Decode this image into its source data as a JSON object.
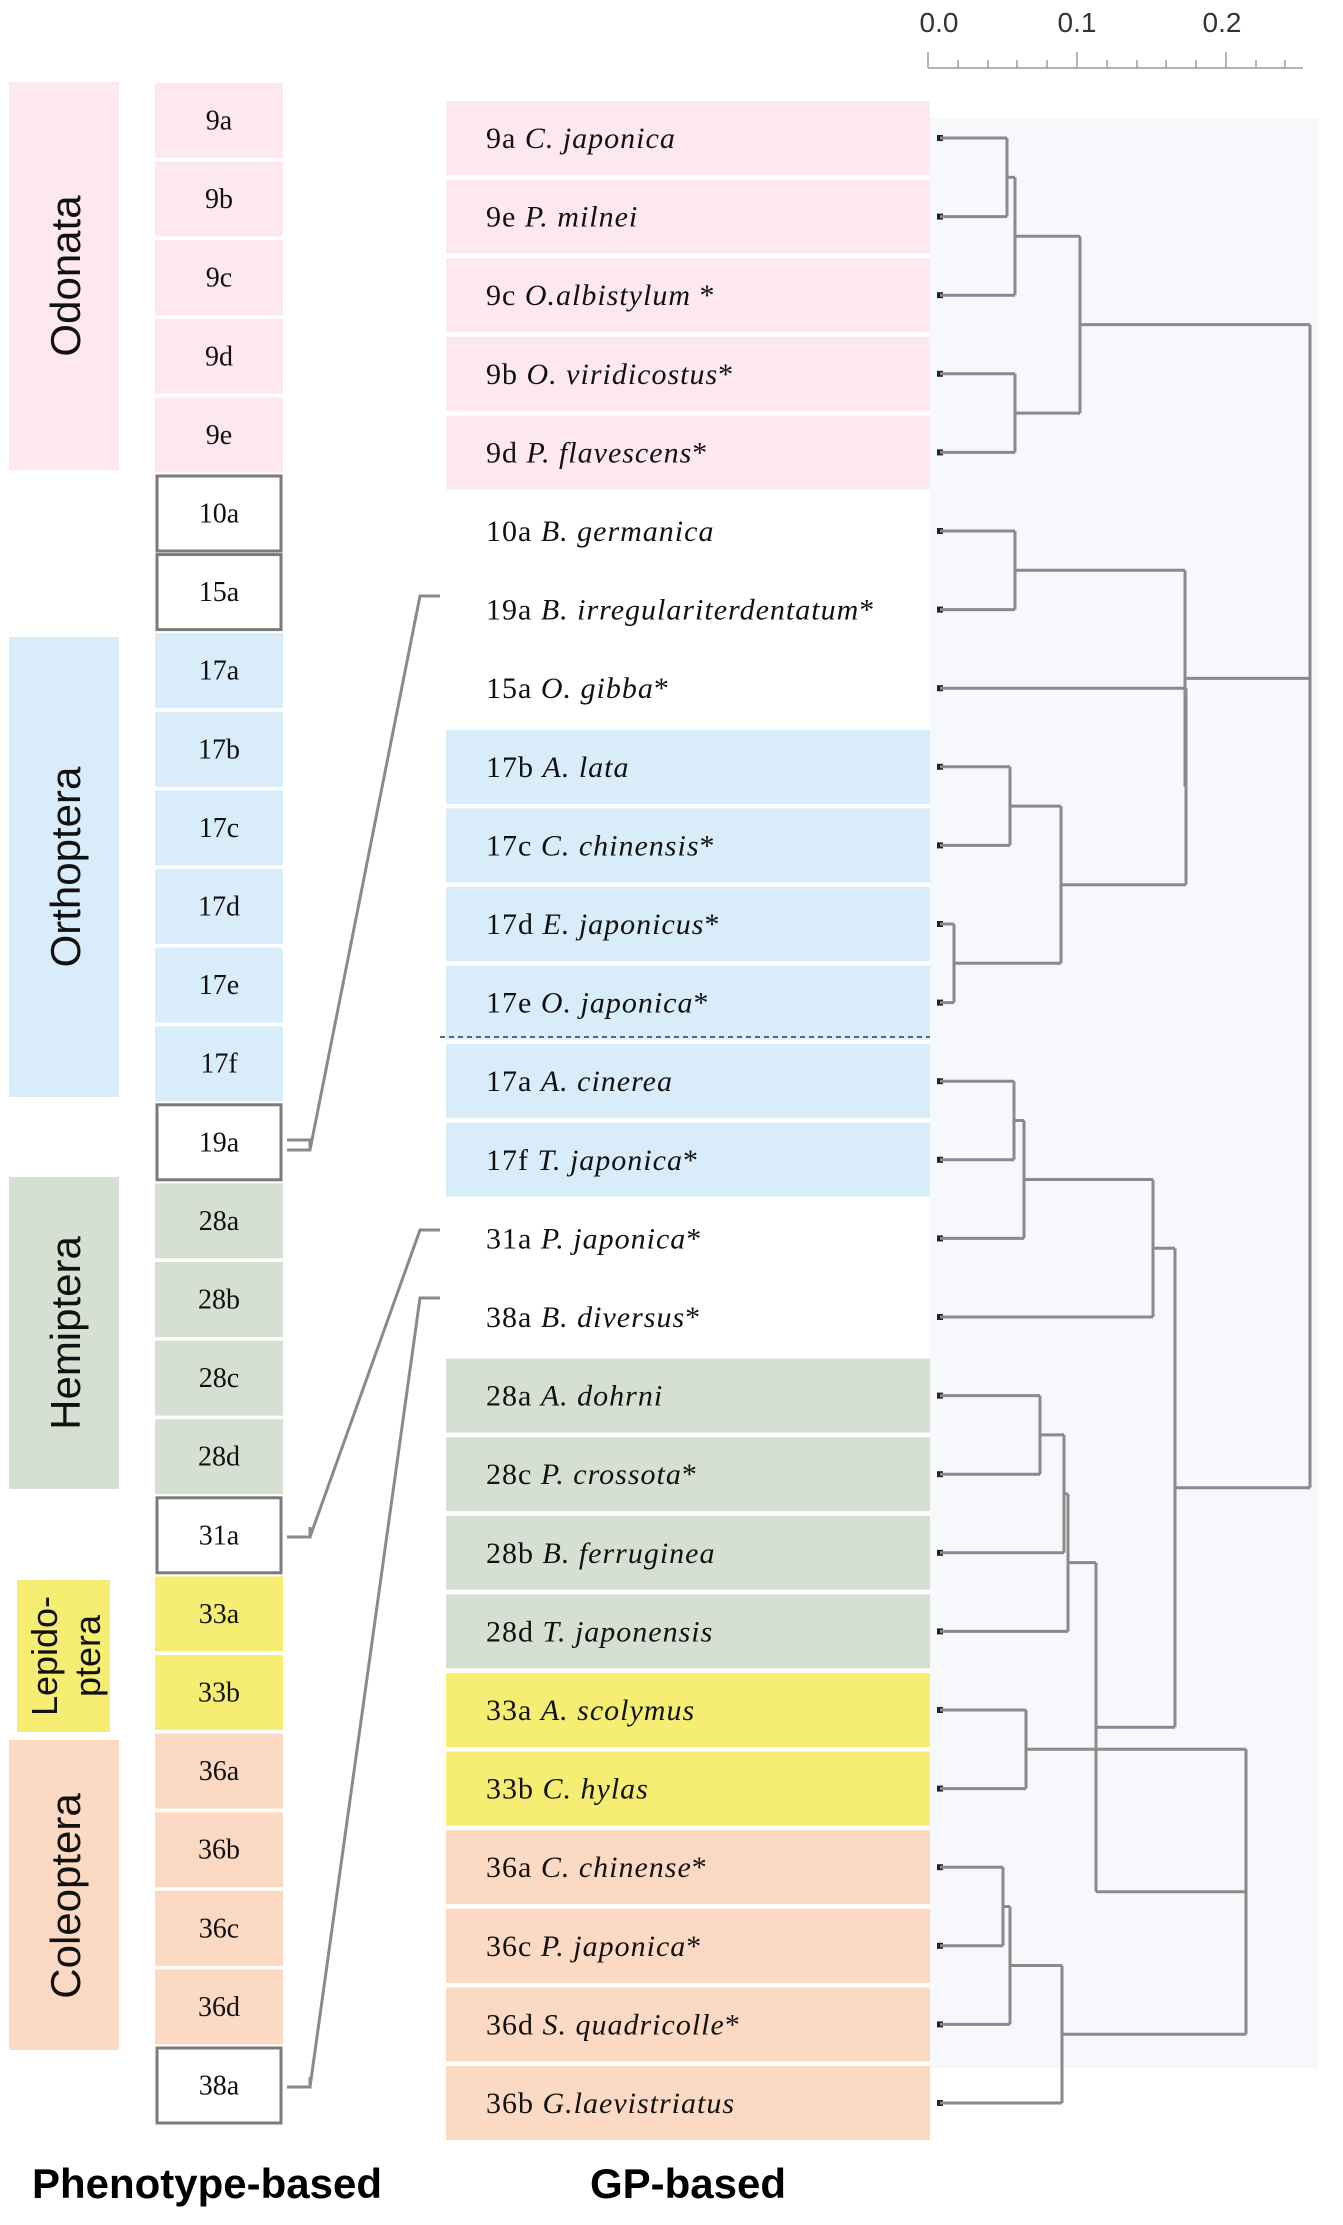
{
  "scale": {
    "ticks": [
      "0.0",
      "0.1",
      "0.2"
    ]
  },
  "orders": [
    {
      "id": "odonata",
      "label": "Odonata",
      "color": "#fce8ee"
    },
    {
      "id": "orthoptera",
      "label": "Orthoptera",
      "color": "#d8ecfa"
    },
    {
      "id": "hemiptera",
      "label": "Hemiptera",
      "color": "#d5e0d3"
    },
    {
      "id": "lepidoptera",
      "label_line1": "Lepido-",
      "label_line2": "ptera",
      "color": "#f5ee72"
    },
    {
      "id": "coleoptera",
      "label": "Coleoptera",
      "color": "#fcd9c3"
    }
  ],
  "phenotype_column": {
    "title": "Phenotype-based",
    "cells": [
      {
        "code": "9a",
        "group": "odonata"
      },
      {
        "code": "9b",
        "group": "odonata"
      },
      {
        "code": "9c",
        "group": "odonata"
      },
      {
        "code": "9d",
        "group": "odonata"
      },
      {
        "code": "9e",
        "group": "odonata"
      },
      {
        "code": "10a",
        "group": "boxed"
      },
      {
        "code": "15a",
        "group": "boxed"
      },
      {
        "code": "17a",
        "group": "orthoptera"
      },
      {
        "code": "17b",
        "group": "orthoptera"
      },
      {
        "code": "17c",
        "group": "orthoptera"
      },
      {
        "code": "17d",
        "group": "orthoptera"
      },
      {
        "code": "17e",
        "group": "orthoptera"
      },
      {
        "code": "17f",
        "group": "orthoptera"
      },
      {
        "code": "19a",
        "group": "boxed"
      },
      {
        "code": "28a",
        "group": "hemiptera"
      },
      {
        "code": "28b",
        "group": "hemiptera"
      },
      {
        "code": "28c",
        "group": "hemiptera"
      },
      {
        "code": "28d",
        "group": "hemiptera"
      },
      {
        "code": "31a",
        "group": "boxed"
      },
      {
        "code": "33a",
        "group": "lepidoptera"
      },
      {
        "code": "33b",
        "group": "lepidoptera"
      },
      {
        "code": "36a",
        "group": "coleoptera"
      },
      {
        "code": "36b",
        "group": "coleoptera"
      },
      {
        "code": "36c",
        "group": "coleoptera"
      },
      {
        "code": "36d",
        "group": "coleoptera"
      },
      {
        "code": "38a",
        "group": "boxed"
      }
    ]
  },
  "gp_column": {
    "title": "GP-based",
    "rows": [
      {
        "code": "9a",
        "species": "C. japonica",
        "star": "",
        "group": "odonata"
      },
      {
        "code": "9e",
        "species": "P.  milnei",
        "star": "",
        "group": "odonata"
      },
      {
        "code": "9c",
        "species": "O.albistylum",
        "star": " *",
        "group": "odonata"
      },
      {
        "code": "9b",
        "species": "O. viridicostus",
        "star": "*",
        "group": "odonata"
      },
      {
        "code": "9d",
        "species": "P. flavescens",
        "star": "*",
        "group": "odonata"
      },
      {
        "code": "10a",
        "species": "B. germanica",
        "star": "",
        "group": "none"
      },
      {
        "code": "19a",
        "species": "B. irregulariterdentatum",
        "star": "*",
        "group": "none"
      },
      {
        "code": "15a",
        "species": "O. gibba",
        "star": "*",
        "group": "none"
      },
      {
        "code": "17b",
        "species": " A. lata",
        "star": "",
        "group": "orthoptera"
      },
      {
        "code": "17c",
        "species": " C. chinensis",
        "star": "*",
        "group": "orthoptera"
      },
      {
        "code": "17d",
        "species": " E. japonicus",
        "star": "*",
        "group": "orthoptera"
      },
      {
        "code": "17e",
        "species": " O. japonica",
        "star": "*",
        "group": "orthoptera"
      },
      {
        "code": "17a",
        "species": " A. cinerea",
        "star": "",
        "group": "orthoptera"
      },
      {
        "code": "17f",
        "species": "T. japonica",
        "star": "*",
        "group": "orthoptera"
      },
      {
        "code": "31a",
        "species": "P. japonica",
        "star": "*",
        "group": "none"
      },
      {
        "code": "38a",
        "species": "B. diversus",
        "star": "*",
        "group": "none"
      },
      {
        "code": "28a",
        "species": " A. dohrni",
        "star": "",
        "group": "hemiptera"
      },
      {
        "code": "28c",
        "species": "P. crossota",
        "star": "*",
        "group": "hemiptera"
      },
      {
        "code": "28b",
        "species": "B. ferruginea",
        "star": "",
        "group": "hemiptera"
      },
      {
        "code": "28d",
        "species": "T. japonensis",
        "star": "",
        "group": "hemiptera"
      },
      {
        "code": "33a",
        "species": "A. scolymus",
        "star": "",
        "group": "lepidoptera"
      },
      {
        "code": "33b",
        "species": "C. hylas",
        "star": "",
        "group": "lepidoptera"
      },
      {
        "code": "36a",
        "species": "C. chinense",
        "star": "*",
        "group": "coleoptera"
      },
      {
        "code": "36c",
        "species": " P. japonica",
        "star": "*",
        "group": "coleoptera"
      },
      {
        "code": "36d",
        "species": "S. quadricolle",
        "star": "*",
        "group": "coleoptera"
      },
      {
        "code": "36b",
        "species": "G.laevistriatus",
        "star": "",
        "group": "coleoptera"
      }
    ]
  },
  "line_color": "#8a8a8a"
}
